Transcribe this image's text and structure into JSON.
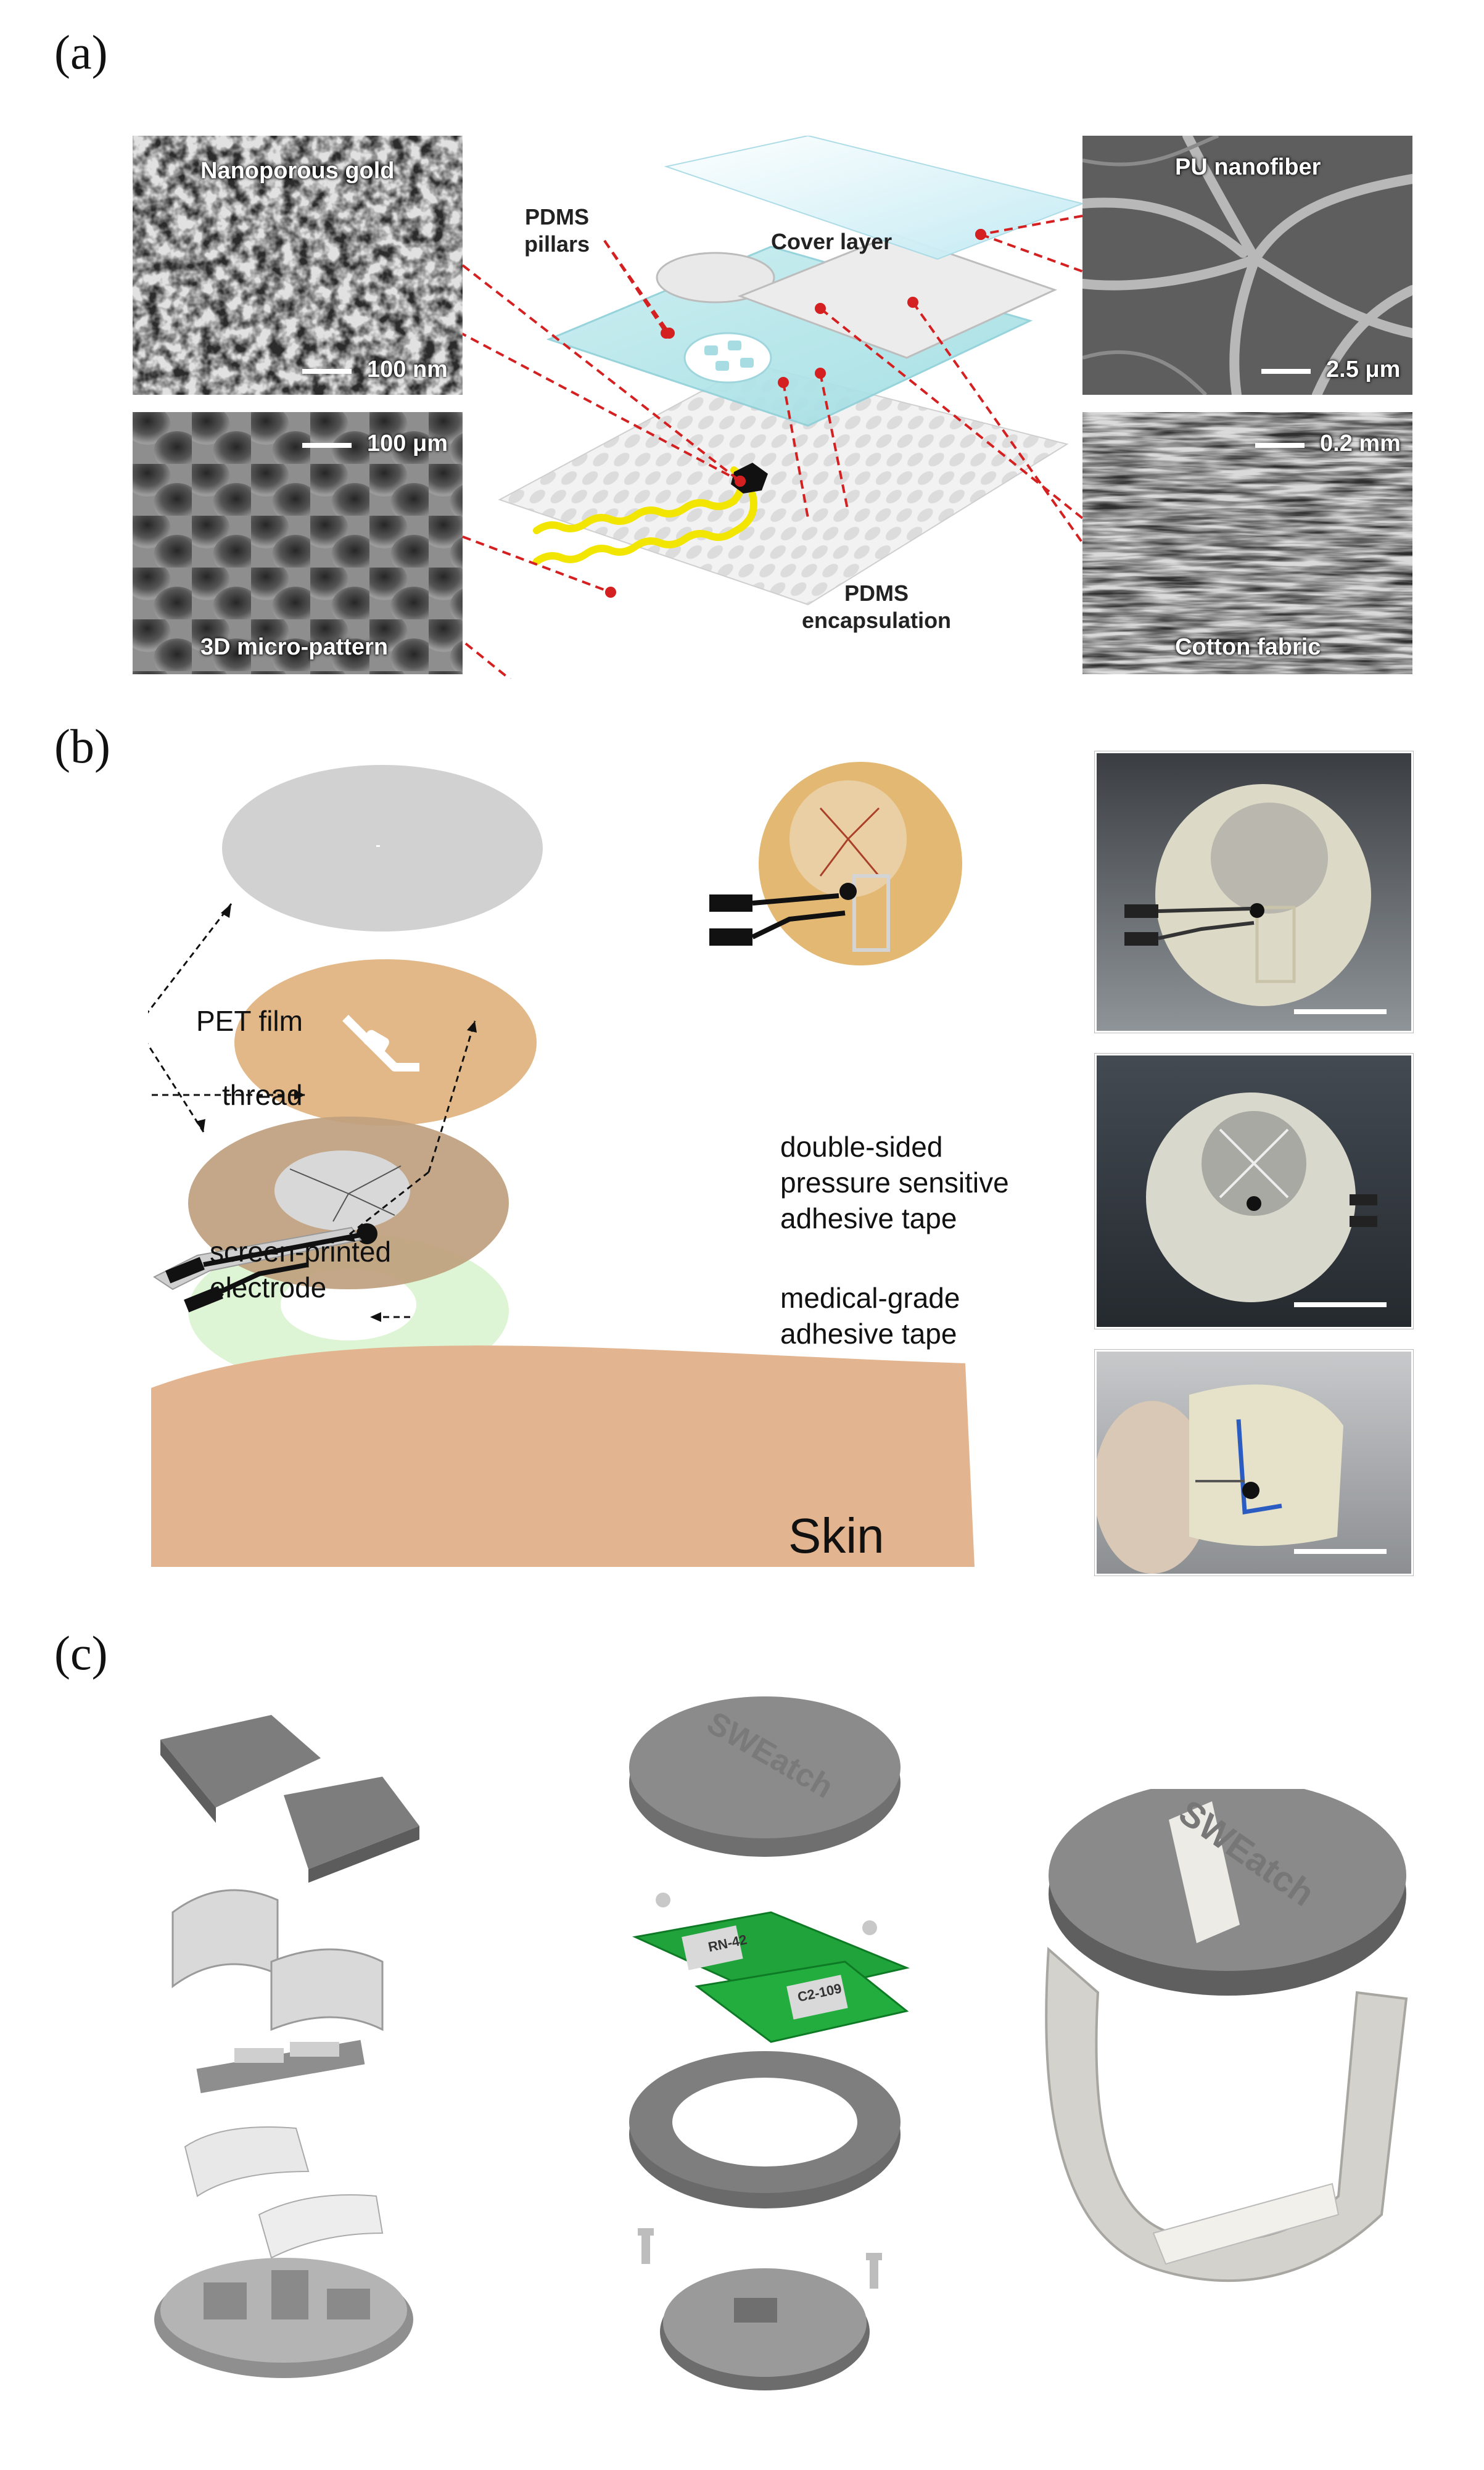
{
  "panels": {
    "a": "(a)",
    "b": "(b)",
    "c": "(c)"
  },
  "panel_a": {
    "sem_nanoporous": "Nanoporous gold",
    "sem_nanoporous_scale": "100 nm",
    "sem_micropattern": "3D micro-pattern",
    "sem_micropattern_scale": "100 μm",
    "sem_pu": "PU nanofiber",
    "sem_pu_scale": "2.5 μm",
    "sem_cotton": "Cotton fabric",
    "sem_cotton_scale": "0.2 mm",
    "label_pillars": "PDMS\npillars",
    "label_cover": "Cover layer",
    "label_encap": "PDMS\nencapsulation"
  },
  "panel_b": {
    "pet_film": "PET film",
    "thread": "thread",
    "electrode": "screen-printed\nelectrode",
    "dsp_tape": "double-sided\npressure sensitive\nadhesive tape",
    "medical_tape": "medical-grade\nadhesive tape",
    "skin": "Skin"
  },
  "panel_c": {
    "brand": "SWEatch",
    "chip1": "RN-42",
    "chip2": "C2-109"
  },
  "colors": {
    "leader_red": "#d42020",
    "thread_yellow": "#f2e600",
    "pcb_green": "#1fa33a",
    "skin": "#e2b48f",
    "housing_gray": "#8a8a8a"
  }
}
